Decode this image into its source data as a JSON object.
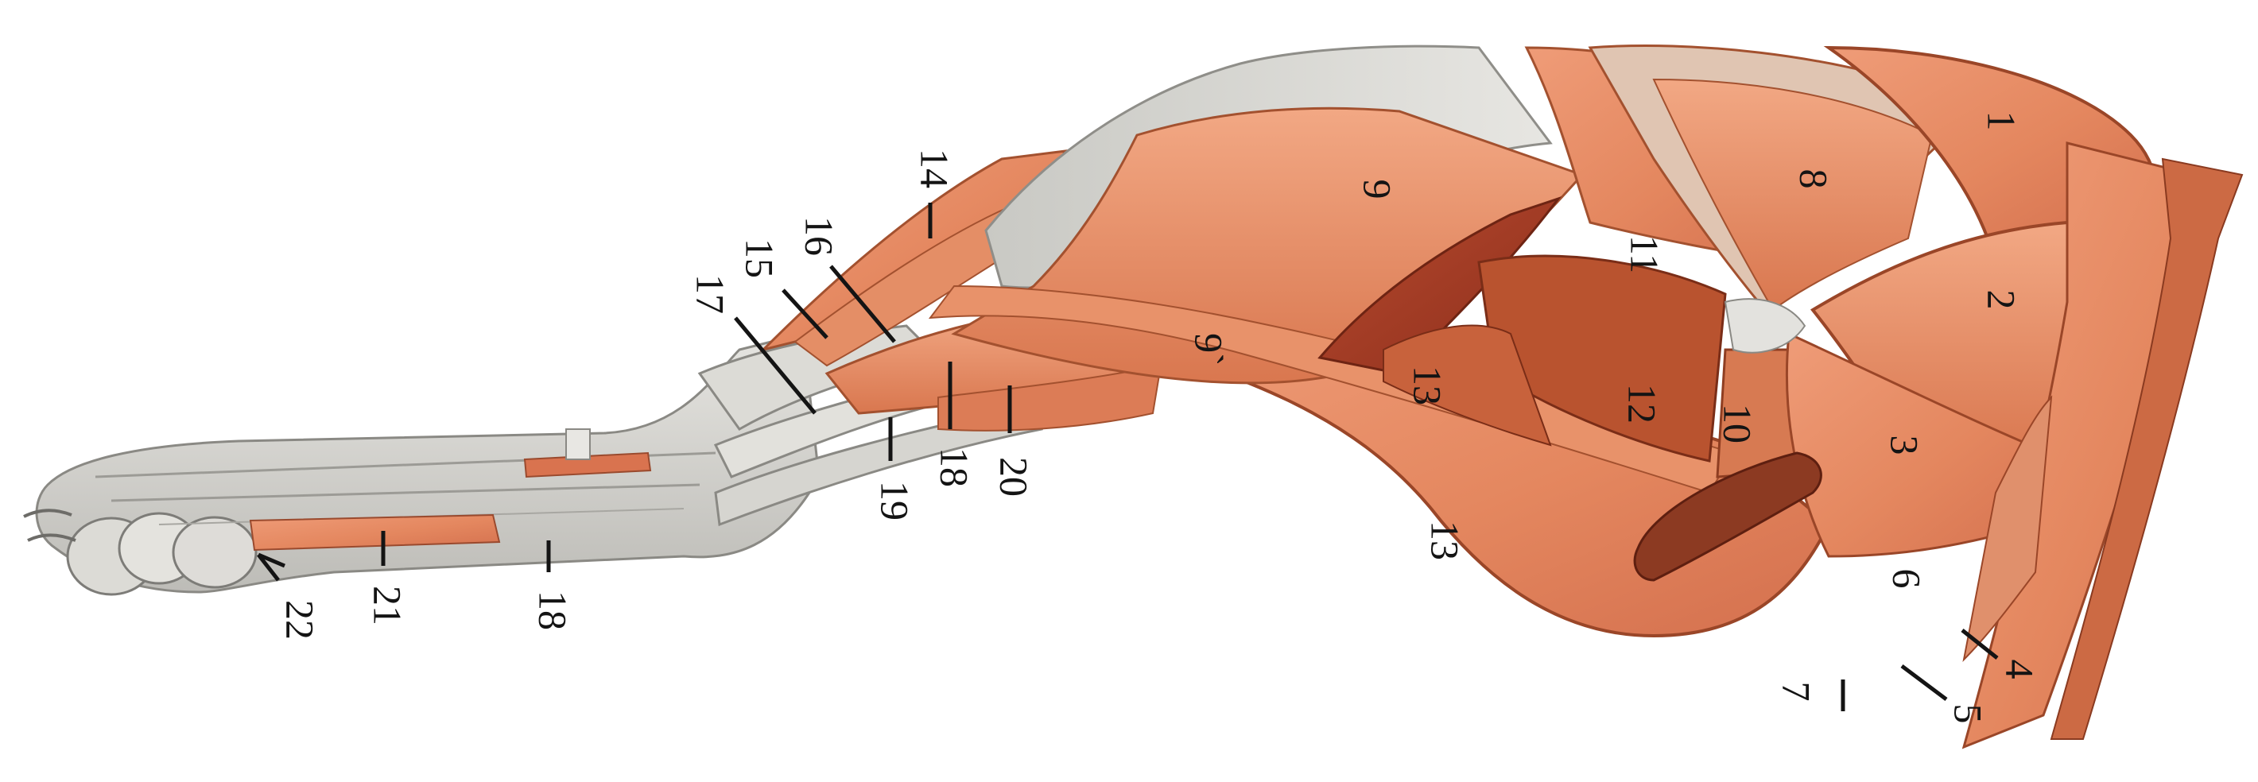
{
  "figure": {
    "labels": [
      "1",
      "2",
      "3",
      "4",
      "5",
      "6",
      "7",
      "8",
      "9",
      "9`",
      "10",
      "11",
      "12",
      "13",
      "13",
      "14",
      "15",
      "16",
      "17",
      "18",
      "18",
      "19",
      "20",
      "21",
      "22"
    ]
  },
  "colors": {
    "background": "#ffffff",
    "muscle": "#e08a68",
    "muscle_dark": "#c25a3c",
    "muscle_deep": "#a13a24",
    "fascia": "#d8d8d4",
    "tendon": "#cfcfca",
    "text": "#141414"
  }
}
